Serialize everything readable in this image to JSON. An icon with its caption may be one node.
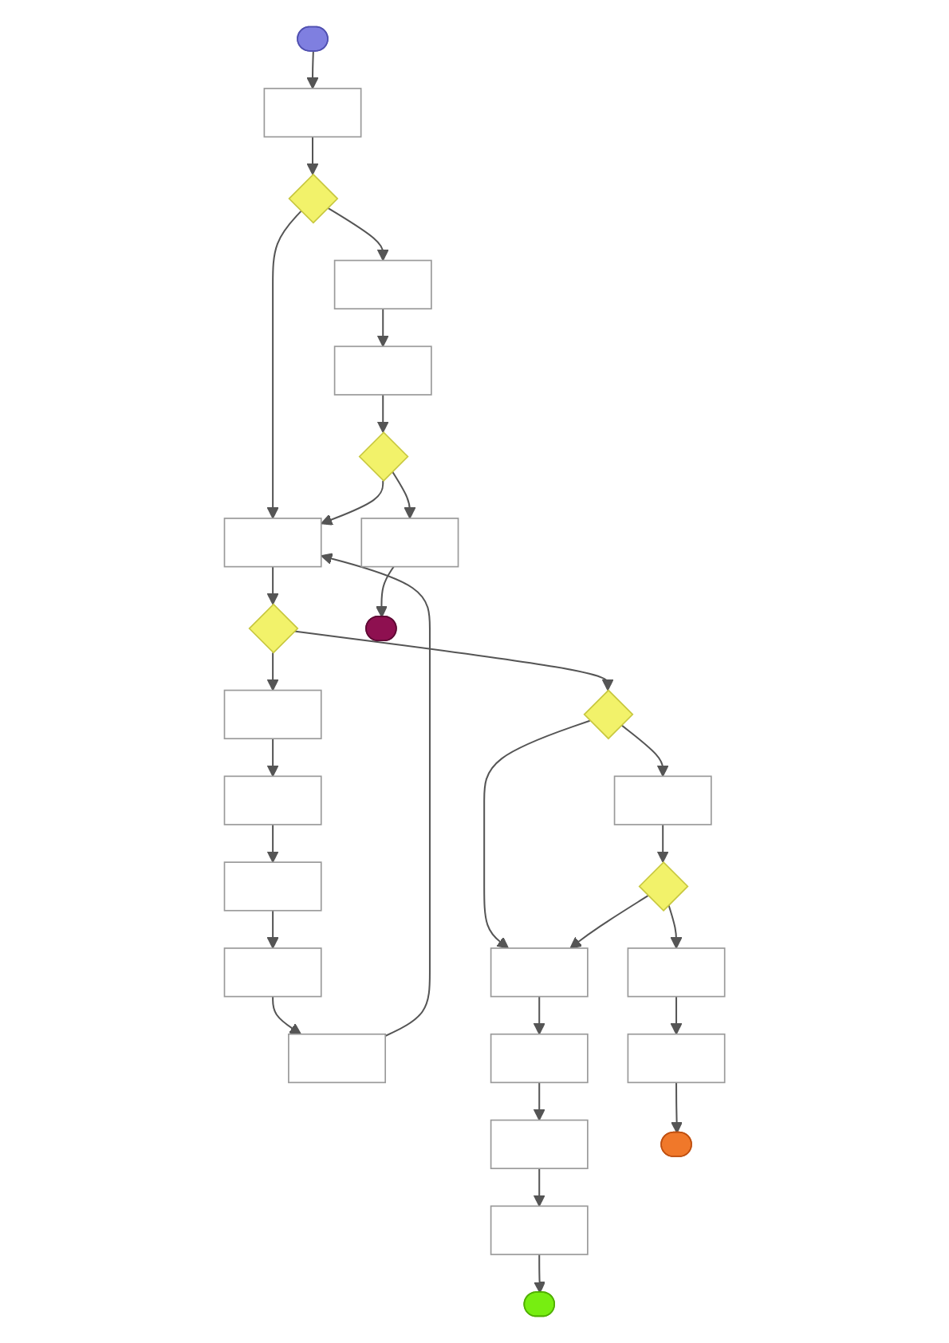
{
  "diagram": {
    "nodes": [
      {
        "text": [],
        "shape": "ellipse"
      },
      {
        "text": [],
        "shape": "box"
      },
      {
        "text": [],
        "shape": "box"
      },
      {
        "text": [],
        "shape": "box"
      },
      {
        "text": [],
        "shape": "diamond"
      },
      {
        "text": [],
        "shape": "box"
      },
      {
        "text": [],
        "shape": "box"
      },
      {
        "text": [],
        "shape": "box"
      },
      {
        "text": [],
        "shape": "box"
      },
      {
        "text": [],
        "shape": "diamond"
      },
      {
        "text": [],
        "shape": "box"
      },
      {
        "text": [],
        "shape": "box"
      },
      {
        "text": [],
        "shape": "diamond"
      },
      {
        "text": [],
        "shape": "box"
      },
      {
        "text": [],
        "shape": "diamond"
      },
      {
        "text": [],
        "shape": "box"
      },
      {
        "text": [],
        "shape": "ellipse"
      },
      {
        "text": [],
        "shape": "box"
      },
      {
        "text": [],
        "shape": "diamond"
      },
      {
        "text": [],
        "shape": "box"
      },
      {
        "text": [],
        "shape": "box"
      },
      {
        "text": [],
        "shape": "box"
      },
      {
        "text": [],
        "shape": "box"
      },
      {
        "text": [],
        "shape": "box"
      },
      {
        "text": [],
        "shape": "ellipse"
      },
      {
        "text": [],
        "shape": "ellipse"
      }
    ],
    "edges": [
      {
        "from": 0,
        "to": 1,
        "arrow": "to"
      },
      {
        "from": 1,
        "to": 4,
        "arrow": "to"
      },
      {
        "from": 4,
        "to": 5,
        "arrow": "to"
      },
      {
        "from": 5,
        "to": 6,
        "arrow": "to"
      },
      {
        "from": 6,
        "to": 9,
        "arrow": "to"
      },
      {
        "from": 4,
        "to": 8,
        "arrow": "to"
      },
      {
        "from": 9,
        "to": 8,
        "arrow": "to"
      },
      {
        "from": 9,
        "to": 13,
        "arrow": "to"
      },
      {
        "from": 13,
        "to": 16,
        "arrow": "to"
      },
      {
        "from": 8,
        "to": 12,
        "arrow": "to"
      },
      {
        "from": 12,
        "to": 11,
        "arrow": "to"
      },
      {
        "from": 11,
        "to": 10,
        "arrow": "to"
      },
      {
        "from": 10,
        "to": 2,
        "arrow": "to"
      },
      {
        "from": 2,
        "to": 3,
        "arrow": "to"
      },
      {
        "from": 3,
        "to": 7,
        "arrow": "to"
      },
      {
        "from": 7,
        "to": 8,
        "arrow": "to"
      },
      {
        "from": 12,
        "to": 14,
        "arrow": "to"
      },
      {
        "from": 14,
        "to": 15,
        "arrow": "to"
      },
      {
        "from": 14,
        "to": 17,
        "arrow": "to"
      },
      {
        "from": 15,
        "to": 18,
        "arrow": "to"
      },
      {
        "from": 18,
        "to": 17,
        "arrow": "to"
      },
      {
        "from": 18,
        "to": 20,
        "arrow": "to"
      },
      {
        "from": 20,
        "to": 22,
        "arrow": "to"
      },
      {
        "from": 22,
        "to": 24,
        "arrow": "to"
      },
      {
        "from": 17,
        "to": 19,
        "arrow": "to"
      },
      {
        "from": 19,
        "to": 21,
        "arrow": "to"
      },
      {
        "from": 21,
        "to": 23,
        "arrow": "to"
      },
      {
        "from": 23,
        "to": 25,
        "arrow": "to"
      }
    ]
  }
}
